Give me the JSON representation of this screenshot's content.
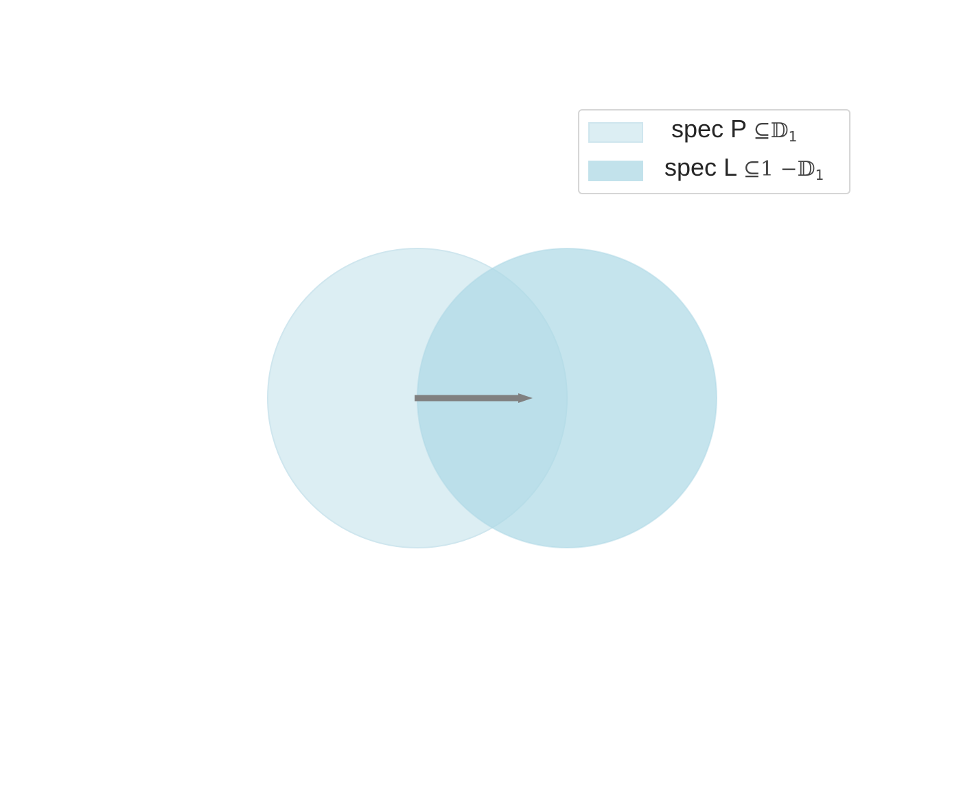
{
  "colors": {
    "background": "#ffffff",
    "circle_p_fill": "#dceef3",
    "circle_p_stroke": "#cfe6ee",
    "circle_l_fill": "#add8e6",
    "circle_l_opacity": 0.7,
    "arrow": "#808080",
    "legend_border": "#d6d6d6"
  },
  "legend": {
    "location": "upper-right",
    "items": [
      {
        "prefix": "spec P",
        "relation": "⊆",
        "set_symbol": "𝔻",
        "set_subscript": "1",
        "color": "#dceef3"
      },
      {
        "prefix": "spec L",
        "relation": "⊆",
        "expression": "1 −",
        "set_symbol": "𝔻",
        "set_subscript": "1",
        "color": "#c2e2eb"
      }
    ]
  },
  "diagram": {
    "circles": [
      {
        "name": "spec P",
        "center": [
          0,
          0
        ],
        "radius": 1
      },
      {
        "name": "spec L",
        "center": [
          1,
          0
        ],
        "radius": 1
      }
    ],
    "arrow": {
      "from": [
        0,
        0
      ],
      "to": [
        0.78,
        0
      ]
    }
  }
}
